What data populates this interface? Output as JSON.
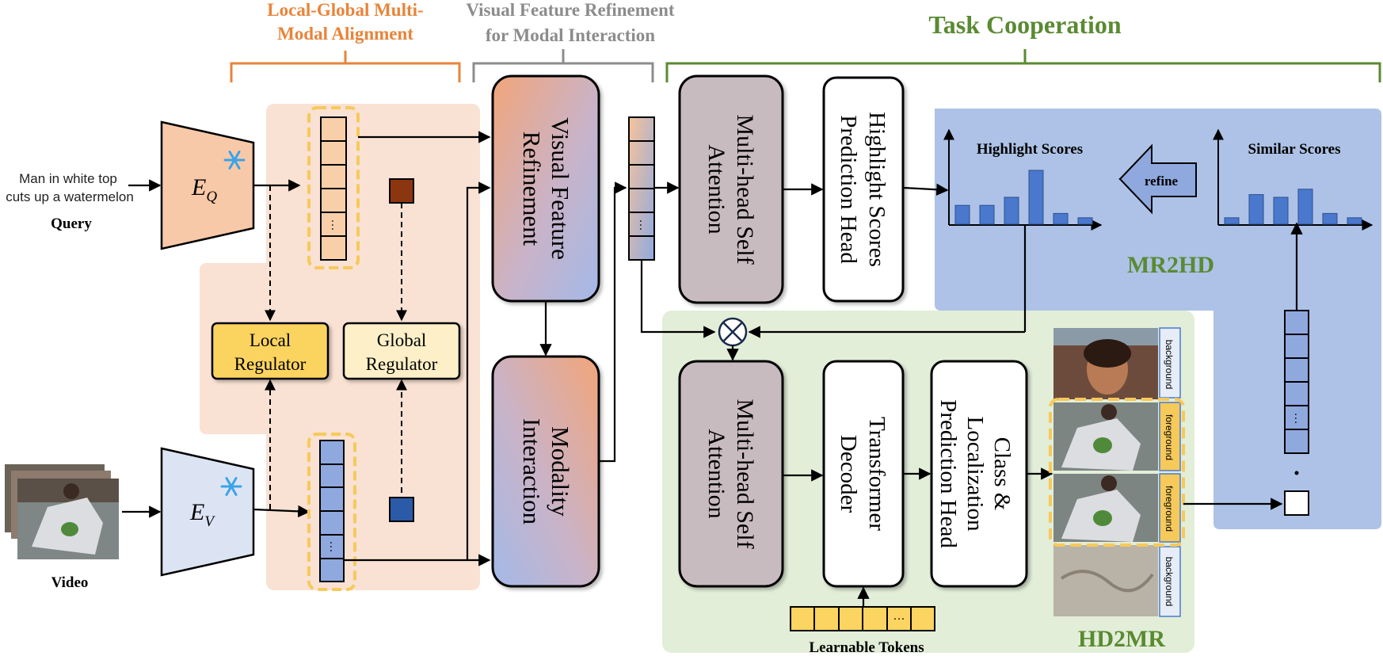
{
  "headers": {
    "alignment": [
      "Local-Global Multi-",
      "Modal Alignment"
    ],
    "refinement": [
      "Visual Feature Refinement",
      "for Modal Interaction"
    ],
    "cooperation": "Task Cooperation"
  },
  "inputs": {
    "query_text": [
      "Man in white top",
      "cuts up a watermelon"
    ],
    "query_label": "Query",
    "video_label": "Video"
  },
  "encoders": {
    "query": {
      "symbol": "E",
      "sub": "Q"
    },
    "video": {
      "symbol": "E",
      "sub": "V"
    }
  },
  "regulators": {
    "local": [
      "Local",
      "Regulator"
    ],
    "global": [
      "Global",
      "Regulator"
    ]
  },
  "blocks": {
    "visual_refinement": [
      "Visual Feature",
      "Refinement"
    ],
    "modality_interaction": [
      "Modality",
      "Interaction"
    ],
    "mhsa_top": [
      "Multi-head Self",
      "Attention"
    ],
    "highlight_head": [
      "Highlight Scores",
      "Prediction Head"
    ],
    "mhsa_bottom": [
      "Multi-head Self",
      "Attention"
    ],
    "transformer_decoder": [
      "Transformer",
      "Decoder"
    ],
    "class_head": [
      "Class &",
      "Localization",
      "Prediction Head"
    ]
  },
  "learnable_tokens": "Learnable Tokens",
  "token_ellipsis": "···",
  "charts": {
    "highlight": {
      "title": "Highlight Scores",
      "values": [
        0.35,
        0.35,
        0.5,
        1.0,
        0.2,
        0.12
      ]
    },
    "similar": {
      "title": "Similar Scores",
      "values": [
        0.12,
        0.55,
        0.5,
        0.65,
        0.2,
        0.12
      ]
    }
  },
  "refine_label": "refine",
  "regions": {
    "mr2hd": "MR2HD",
    "hd2mr": "HD2MR"
  },
  "frame_labels": [
    "background",
    "foreground",
    "foreground",
    "background"
  ],
  "colors": {
    "orange_title": "#e8843a",
    "gray_title": "#8c8c8c",
    "green_title": "#5a8a32",
    "salmon_bg": "#f9e2d3",
    "blue_bg": "#adc2e6",
    "green_bg": "#e2eed8",
    "regulator_local": "#fbd461",
    "regulator_global": "#fdf0c8",
    "query_feature": "#f8cfa9",
    "video_feature": "#8fa9df",
    "bar": "#4a78cd"
  }
}
